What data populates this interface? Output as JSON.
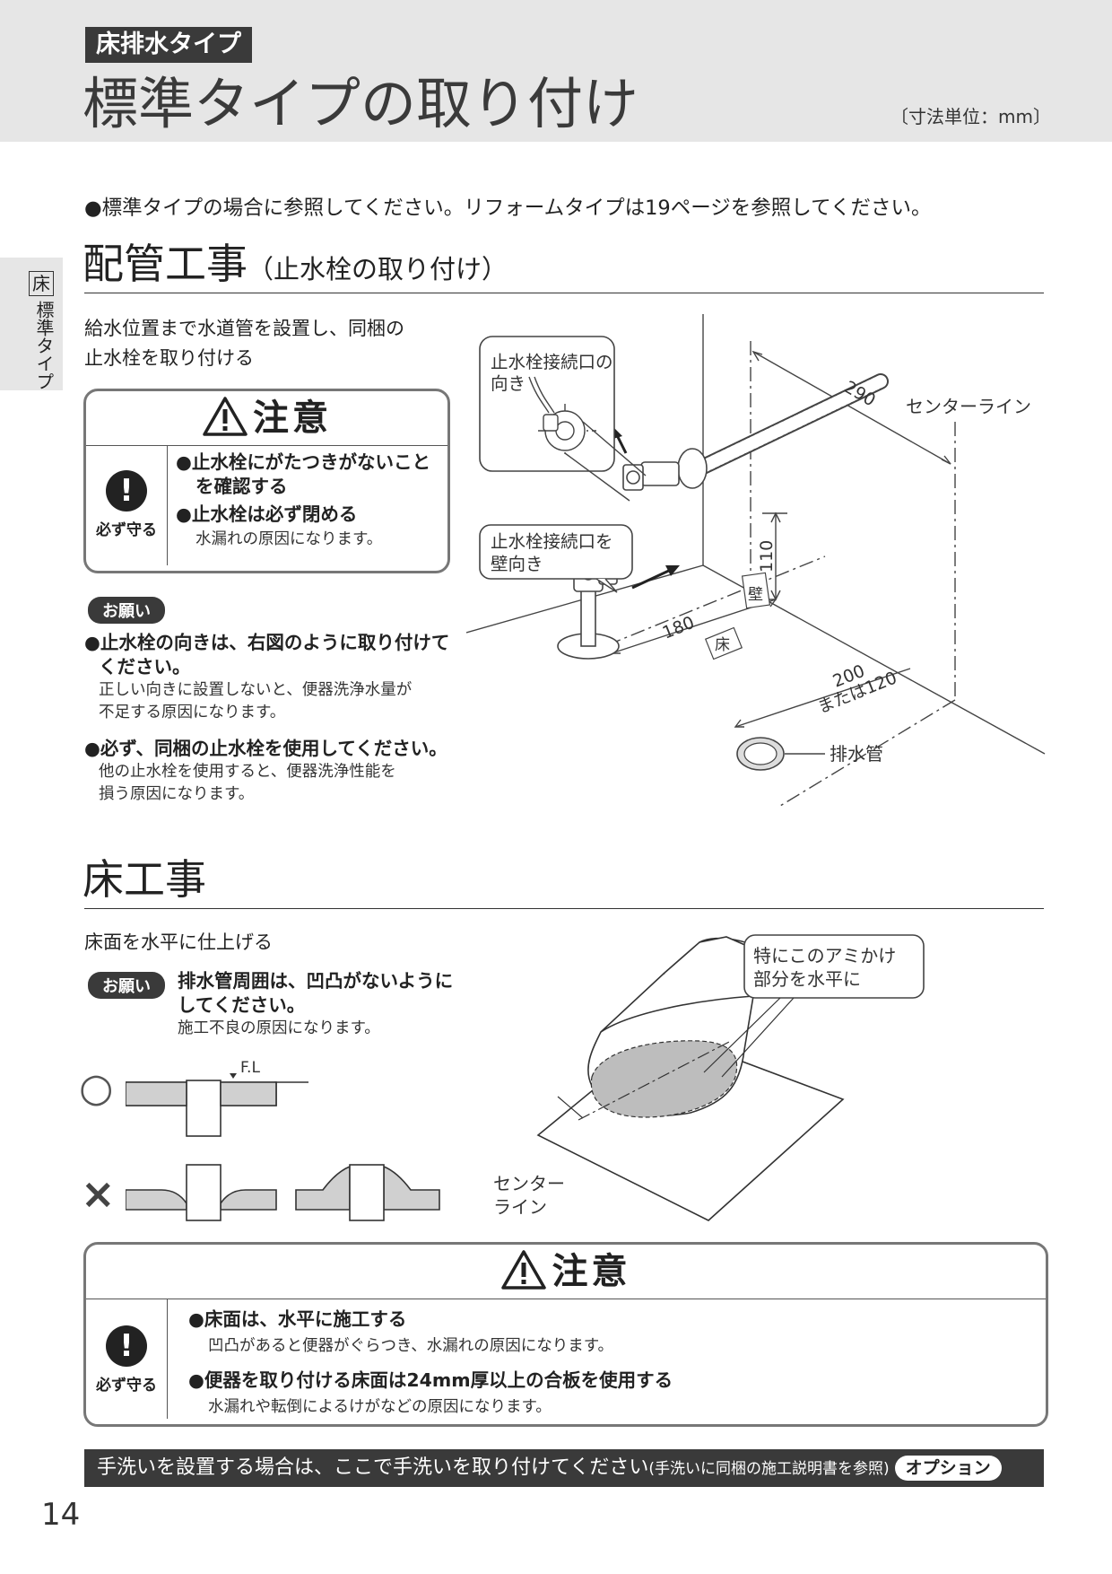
{
  "header": {
    "tag": "床排水タイプ",
    "title": "標準タイプの取り付け",
    "unit_note": "〔寸法単位：mm〕"
  },
  "side_tab": {
    "box": "床",
    "vertical": "標準タイプ"
  },
  "intro": "●標準タイプの場合に参照してください。リフォームタイプは19ページを参照してください。",
  "piping": {
    "title": "配管工事",
    "subtitle": "（止水栓の取り付け）",
    "desc_line1": "給水位置まで水道管を設置し、同梱の",
    "desc_line2": "止水栓を取り付ける",
    "caution": {
      "heading": "注意",
      "must": "必ず守る",
      "items": [
        {
          "main1": "●止水栓にがたつきがないこと",
          "main2": "を確認する"
        },
        {
          "main1": "●止水栓は必ず閉める",
          "note": "水漏れの原因になります。"
        }
      ]
    },
    "onegai": "お願い",
    "requests": [
      {
        "bold1": "●止水栓の向きは、右図のように取り付けて",
        "bold2": "ください。",
        "note1": "正しい向きに設置しないと、便器洗浄水量が",
        "note2": "不足する原因になります。"
      },
      {
        "bold1": "●必ず、同梱の止水栓を使用してください。",
        "note1": "他の止水栓を使用すると、便器洗浄性能を",
        "note2": "損う原因になります。"
      }
    ],
    "diagram": {
      "callout1_l1": "止水栓接続口の",
      "callout1_l2": "向き",
      "callout2_l1": "止水栓接続口を",
      "callout2_l2": "壁向き",
      "dim_290": "290",
      "center_line": "センターライン",
      "dim_110": "110",
      "wall": "壁",
      "dim_180": "180",
      "floor": "床",
      "dim_200": "200",
      "dim_or120": "または120",
      "drain": "排水管"
    }
  },
  "floor_work": {
    "title": "床工事",
    "desc": "床面を水平に仕上げる",
    "onegai": "お願い",
    "request_l1": "排水管周囲は、凹凸がないように",
    "request_l2": "してください。",
    "request_note": "施工不良の原因になります。",
    "fl_label": "F.L",
    "good_mark": "○",
    "bad_mark": "×",
    "diagram": {
      "callout_l1": "特にこのアミかけ",
      "callout_l2": "部分を水平に",
      "center_l1": "センター",
      "center_l2": "ライン"
    },
    "caution": {
      "heading": "注意",
      "must": "必ず守る",
      "item1_main": "●床面は、水平に施工する",
      "item1_note": "凹凸があると便器がぐらつき、水漏れの原因になります。",
      "item2_main": "●便器を取り付ける床面は24mm厚以上の合板を使用する",
      "item2_note": "水漏れや転倒によるけがなどの原因になります。"
    }
  },
  "bottom_bar": {
    "text": "手洗いを設置する場合は、ここで手洗いを取り付けてください",
    "ref": "(手洗いに同梱の施工説明書を参照)",
    "option": "オプション"
  },
  "page_number": "14"
}
